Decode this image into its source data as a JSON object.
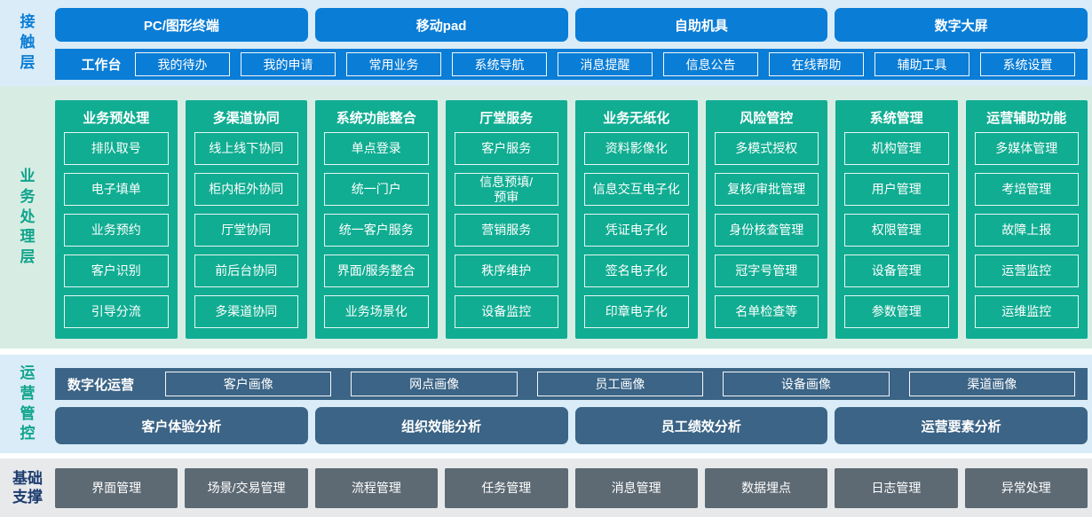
{
  "contact_layer": {
    "label": "接触层",
    "terminals": [
      "PC/图形终端",
      "移动pad",
      "自助机具",
      "数字大屏"
    ],
    "workbench": {
      "label": "工作台",
      "items": [
        "我的待办",
        "我的申请",
        "常用业务",
        "系统导航",
        "消息提醒",
        "信息公告",
        "在线帮助",
        "辅助工具",
        "系统设置"
      ]
    }
  },
  "business_layer": {
    "label": "业务处理层",
    "columns": [
      {
        "title": "业务预处理",
        "items": [
          "排队取号",
          "电子填单",
          "业务预约",
          "客户识别",
          "引导分流"
        ]
      },
      {
        "title": "多渠道协同",
        "items": [
          "线上线下协同",
          "柜内柜外协同",
          "厅堂协同",
          "前后台协同",
          "多渠道协同"
        ]
      },
      {
        "title": "系统功能整合",
        "items": [
          "单点登录",
          "统一门户",
          "统一客户服务",
          "界面/服务整合",
          "业务场景化"
        ]
      },
      {
        "title": "厅堂服务",
        "items": [
          "客户服务",
          "信息预填/\n预审",
          "营销服务",
          "秩序维护",
          "设备监控"
        ]
      },
      {
        "title": "业务无纸化",
        "items": [
          "资料影像化",
          "信息交互电子化",
          "凭证电子化",
          "签名电子化",
          "印章电子化"
        ]
      },
      {
        "title": "风险管控",
        "items": [
          "多模式授权",
          "复核/审批管理",
          "身份核查管理",
          "冠字号管理",
          "名单检查等"
        ]
      },
      {
        "title": "系统管理",
        "items": [
          "机构管理",
          "用户管理",
          "权限管理",
          "设备管理",
          "参数管理"
        ]
      },
      {
        "title": "运营辅助功能",
        "items": [
          "多媒体管理",
          "考培管理",
          "故障上报",
          "运营监控",
          "运维监控"
        ]
      }
    ]
  },
  "operations_layer": {
    "label": "运营管控",
    "digital_ops": {
      "label": "数字化运营",
      "items": [
        "客户画像",
        "网点画像",
        "员工画像",
        "设备画像",
        "渠道画像"
      ]
    },
    "analysis": [
      "客户体验分析",
      "组织效能分析",
      "员工绩效分析",
      "运营要素分析"
    ]
  },
  "foundation_layer": {
    "label": "基础支撑",
    "items": [
      "界面管理",
      "场景/交易管理",
      "流程管理",
      "任务管理",
      "消息管理",
      "数据埋点",
      "日志管理",
      "异常处理"
    ]
  },
  "colors": {
    "primary_blue": "#0a7dd6",
    "teal_green": "#10ad92",
    "slate_blue": "#3b6486",
    "box_gray": "#5d6a74",
    "band_light_blue": "#d9ecf8",
    "band_light_green": "#d7ede4",
    "band_light_gray": "#e7e9eb",
    "navy_text": "#1d3c6e"
  }
}
